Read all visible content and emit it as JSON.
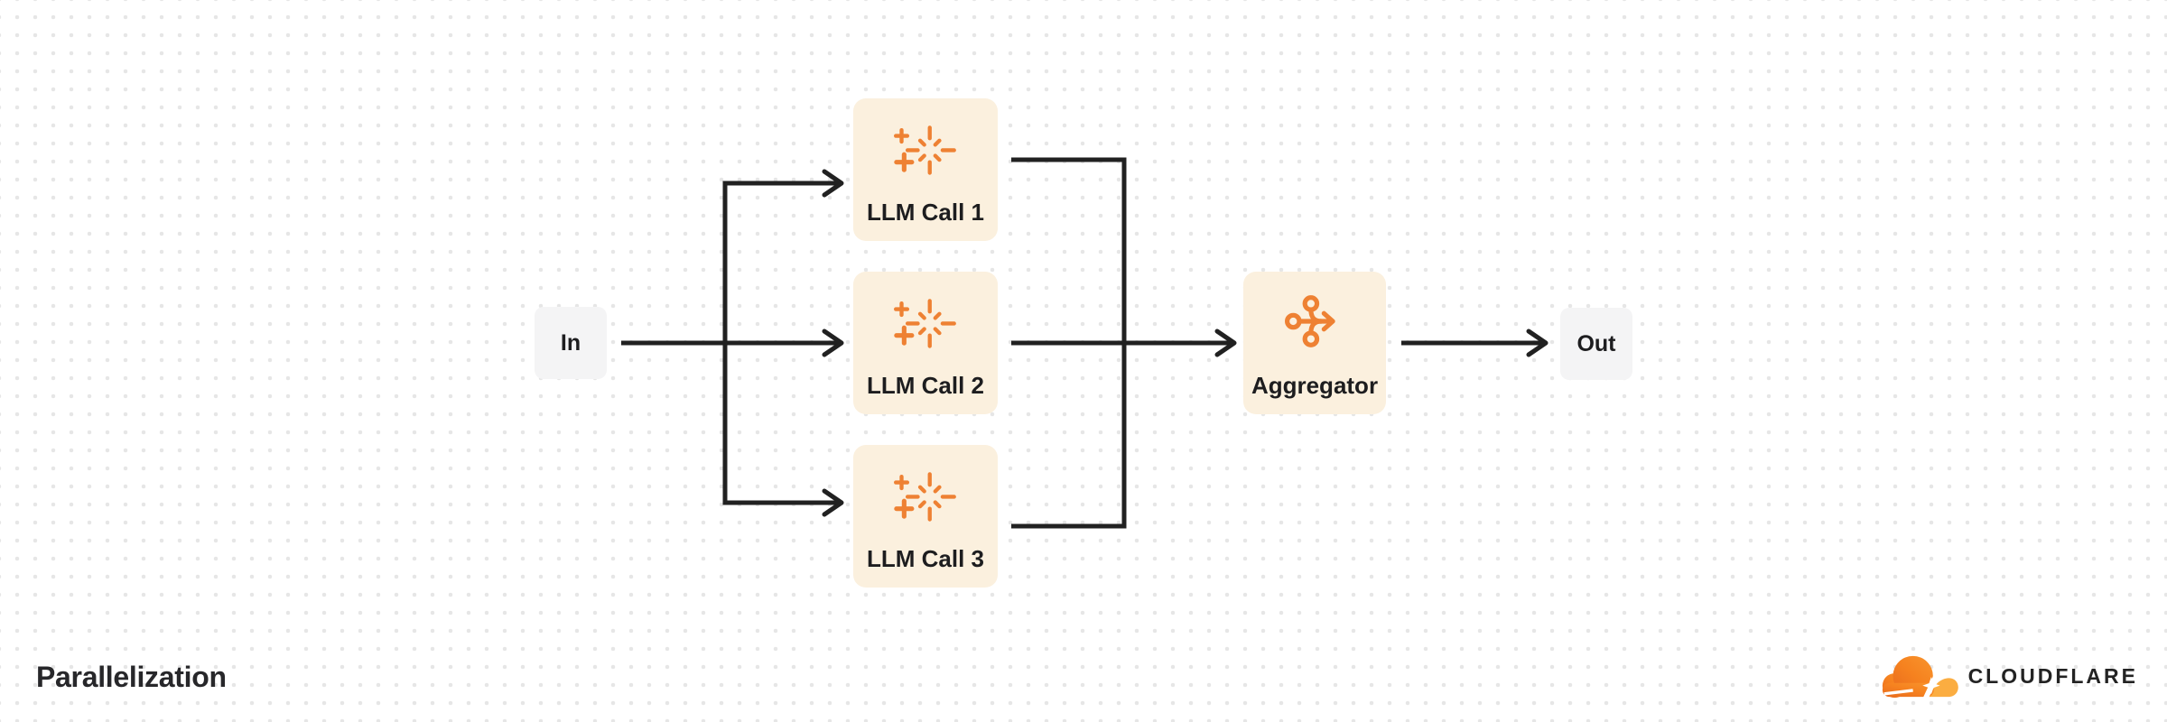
{
  "title": "Parallelization",
  "nodes": {
    "in": {
      "label": "In"
    },
    "llm1": {
      "label": "LLM Call 1",
      "icon": "sparkles-icon"
    },
    "llm2": {
      "label": "LLM Call 2",
      "icon": "sparkles-icon"
    },
    "llm3": {
      "label": "LLM Call 3",
      "icon": "sparkles-icon"
    },
    "aggregator": {
      "label": "Aggregator",
      "icon": "merge-arrow-icon"
    },
    "out": {
      "label": "Out"
    }
  },
  "edges": [
    {
      "from": "In",
      "to": "LLM Call 1"
    },
    {
      "from": "In",
      "to": "LLM Call 2"
    },
    {
      "from": "In",
      "to": "LLM Call 3"
    },
    {
      "from": "LLM Call 1",
      "to": "Aggregator"
    },
    {
      "from": "LLM Call 2",
      "to": "Aggregator"
    },
    {
      "from": "LLM Call 3",
      "to": "Aggregator"
    },
    {
      "from": "Aggregator",
      "to": "Out"
    }
  ],
  "branding": {
    "logo_text": "CLOUDFLARE"
  },
  "colors": {
    "accent_orange": "#EE8133",
    "logo_orange": "#F6821F",
    "logo_orange_light": "#FBAD41",
    "node_fill_cream": "#FBF0DE",
    "node_fill_gray": "#F4F4F5",
    "connector": "#212121",
    "text_dark": "#1D1D1F",
    "dot_grid": "#E6E6E6",
    "background": "#FFFFFF"
  }
}
